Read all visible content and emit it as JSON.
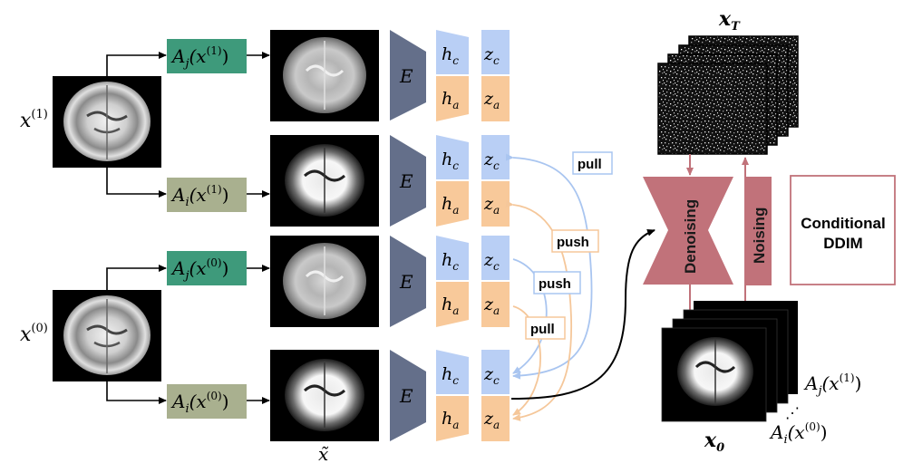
{
  "inputs": {
    "x1": {
      "base": "x",
      "sup": "(1)"
    },
    "x0": {
      "base": "x",
      "sup": "(0)"
    }
  },
  "augmentations": {
    "aj_x1": {
      "op": "A",
      "sub": "j",
      "arg": "(x",
      "sup": "(1)",
      "close": ")"
    },
    "ai_x1": {
      "op": "A",
      "sub": "i",
      "arg": "(x",
      "sup": "(1)",
      "close": ")"
    },
    "aj_x0": {
      "op": "A",
      "sub": "j",
      "arg": "(x",
      "sup": "(0)",
      "close": ")"
    },
    "ai_x0": {
      "op": "A",
      "sub": "i",
      "arg": "(x",
      "sup": "(0)",
      "close": ")"
    }
  },
  "x_tilde_label": "x̃",
  "encoder_label": "E",
  "heads": {
    "hc": {
      "base": "h",
      "sub": "c"
    },
    "ha": {
      "base": "h",
      "sub": "a"
    },
    "zc": {
      "base": "z",
      "sub": "c"
    },
    "za": {
      "base": "z",
      "sub": "a"
    }
  },
  "tags": {
    "pull_top": "pull",
    "push_1": "push",
    "push_2": "push",
    "pull_bottom": "pull"
  },
  "ddim": {
    "xT": {
      "base": "x",
      "sub": "T"
    },
    "x0": {
      "base": "x",
      "sub": "0"
    },
    "denoising": "Denoising",
    "noising": "Noising",
    "title_line1": "Conditional",
    "title_line2": "DDIM",
    "stack_aj": {
      "op": "A",
      "sub": "j",
      "arg": "(x",
      "sup": "(1)",
      "close": ")"
    },
    "stack_ai": {
      "op": "A",
      "sub": "i",
      "arg": "(x",
      "sup": "(0)",
      "close": ")"
    },
    "stack_dots": "⋰"
  },
  "colors": {
    "aug_j": "#3e9a7b",
    "aug_i": "#a9b08f",
    "encoder": "#646f8a",
    "content": "#b9cff5",
    "attribute": "#f8c99a",
    "pull": "#a9c5f0",
    "push": "#f5c79a",
    "ddim": "#c1727a",
    "ddim_stroke": "#b35b66"
  }
}
